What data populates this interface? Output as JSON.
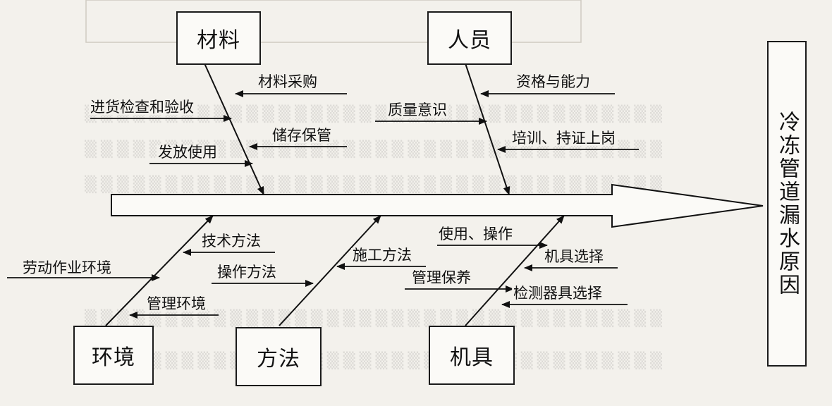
{
  "effect": "冷冻管道漏水原因",
  "categories": {
    "material": "材料",
    "personnel": "人员",
    "environment": "环境",
    "method": "方法",
    "equipment": "机具"
  },
  "causes": {
    "material": [
      "材料采购",
      "进货检查和验收",
      "储存保管",
      "发放使用"
    ],
    "personnel": [
      "资格与能力",
      "质量意识",
      "培训、持证上岗"
    ],
    "environment": [
      "技术方法",
      "劳动作业环境",
      "管理环境"
    ],
    "method": [
      "施工方法",
      "操作方法"
    ],
    "equipment": [
      "使用、操作",
      "机具选择",
      "管理保养",
      "检测器具选择"
    ]
  }
}
